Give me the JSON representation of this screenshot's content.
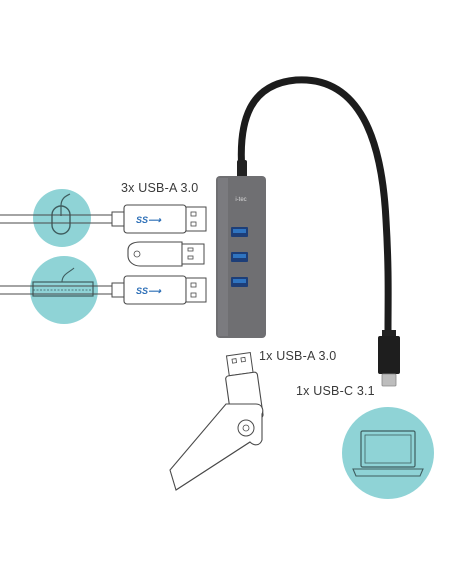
{
  "labels": {
    "usb_a_x3": "3x USB-A 3.0",
    "usb_a_x1": "1x USB-A 3.0",
    "usb_c": "1x USB-C 3.1"
  },
  "plug_mark": "SS⟶",
  "brand_logo": "i-tec",
  "colors": {
    "teal_circle": "#8fd3d6",
    "hub_body": "#6f6f72",
    "usb_port": "#2f74c0",
    "cable": "#1c1c1c",
    "outline": "#4a4a4a"
  },
  "icons": [
    "mouse-icon",
    "keyboard-icon",
    "laptop-icon",
    "usb-flash-drive-icon",
    "usb-a-plug-icon",
    "usb-c-plug-icon"
  ]
}
